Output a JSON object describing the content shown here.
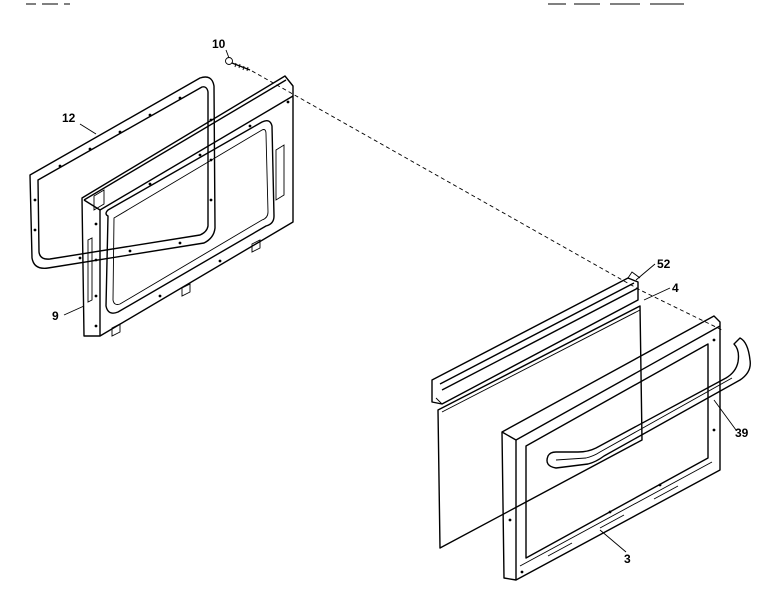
{
  "callouts": {
    "part_10": "10",
    "part_12": "12",
    "part_9": "9",
    "part_52": "52",
    "part_4": "4",
    "part_39": "39",
    "part_3": "3"
  }
}
